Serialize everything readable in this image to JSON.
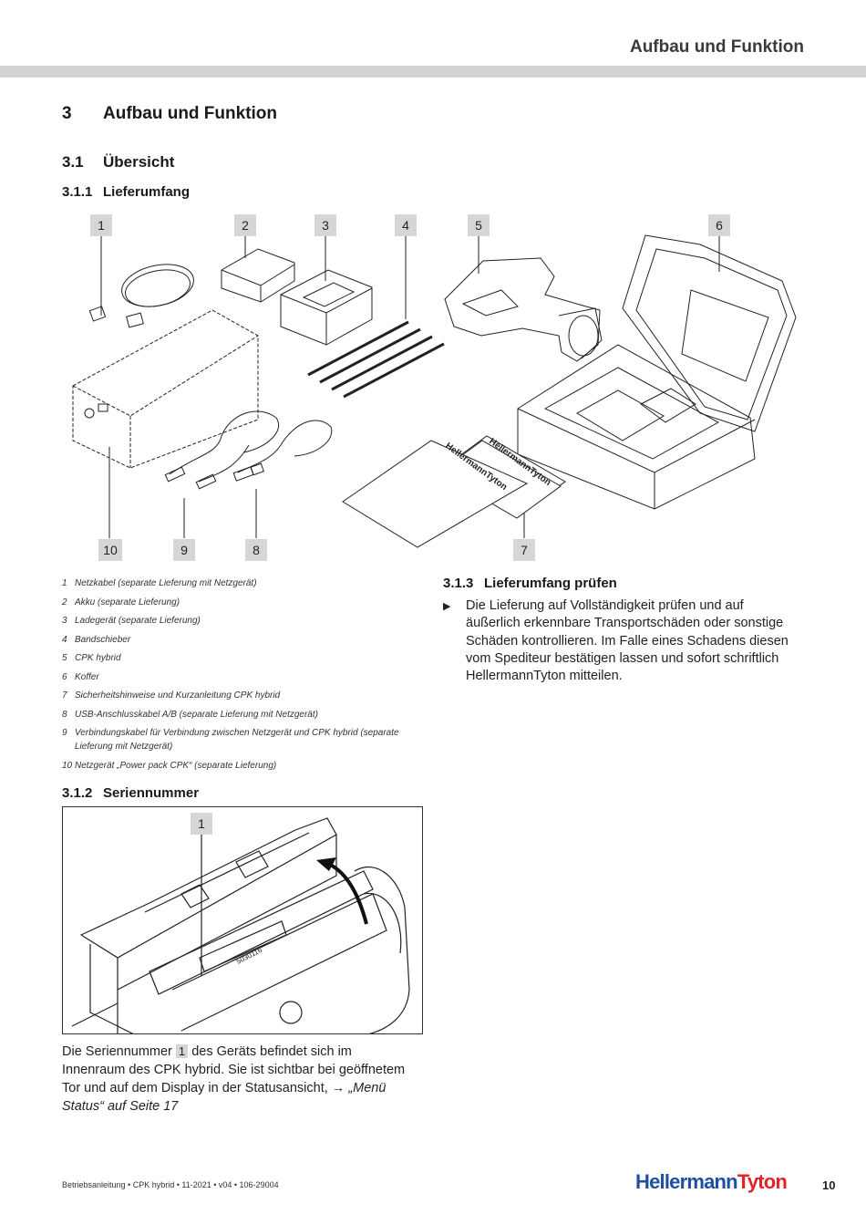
{
  "header": {
    "title": "Aufbau und Funktion"
  },
  "section": {
    "number": "3",
    "title": "Aufbau und Funktion"
  },
  "subsection": {
    "number": "3.1",
    "title": "Übersicht"
  },
  "lieferumfang": {
    "number": "3.1.1",
    "title": "Lieferumfang"
  },
  "figure1": {
    "callouts": [
      "1",
      "2",
      "3",
      "4",
      "5",
      "6",
      "10",
      "9",
      "8",
      "7"
    ],
    "manual_brand": "HellermannTyton"
  },
  "legend": [
    {
      "n": "1",
      "text": "Netzkabel (separate Lieferung mit Netzgerät)"
    },
    {
      "n": "2",
      "text": "Akku (separate Lieferung)"
    },
    {
      "n": "3",
      "text": "Ladegerät (separate Lieferung)"
    },
    {
      "n": "4",
      "text": "Bandschieber"
    },
    {
      "n": "5",
      "text": "CPK hybrid"
    },
    {
      "n": "6",
      "text": "Koffer"
    },
    {
      "n": "7",
      "text": "Sicherheitshinweise und Kurzanleitung CPK hybrid"
    },
    {
      "n": "8",
      "text": "USB-Anschlusskabel A/B (separate Lieferung mit Netzgerät)"
    },
    {
      "n": "9",
      "text": "Verbindungskabel für Verbindung zwischen Netzgerät und CPK hybrid (separate Lieferung mit Netzgerät)"
    },
    {
      "n": "10",
      "text": "Netzgerät „Power pack CPK“ (separate Lieferung)"
    }
  ],
  "pruefen": {
    "number": "3.1.3",
    "title": "Lieferumfang prüfen",
    "bullet": "Die Lieferung auf Vollständigkeit prüfen und auf äußerlich erkennbare Transportschäden oder sonstige Schäden kontrollieren. Im Falle eines Schadens diesen vom Spediteur bestätigen lassen und sofort schriftlich HellermannTyton mitteilen."
  },
  "seriennummer": {
    "number": "3.1.2",
    "title": "Seriennummer",
    "callout": "1",
    "label_on_device": "5030116",
    "text_before": "Die Seriennummer",
    "text_box": "1",
    "text_after": "des Geräts befindet sich im Innenraum des CPK hybrid. Sie ist sichtbar bei geöffnetem Tor und auf dem Display in der Statusansicht,",
    "link": "„Menü Status“ auf Seite 17"
  },
  "footer": {
    "left": "Betriebsanleitung • CPK hybrid • 11-2021 • v04 • 106-29004",
    "logo_part1": "Hellermann",
    "logo_part2": "Tyton",
    "page": "10"
  }
}
